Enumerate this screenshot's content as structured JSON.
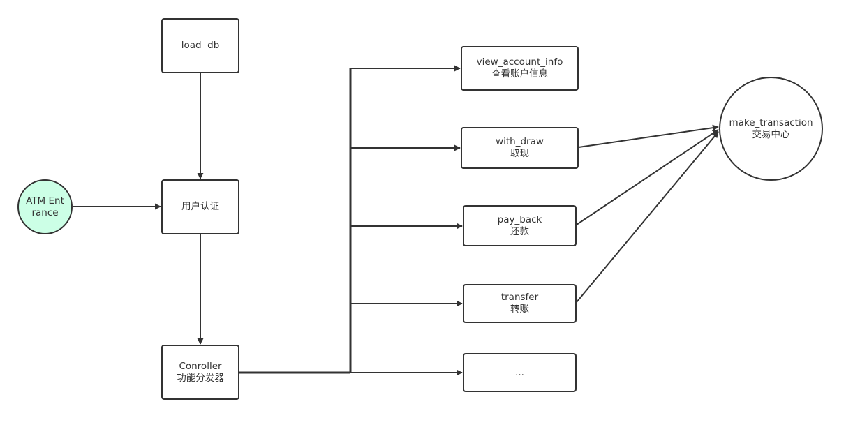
{
  "nodes": {
    "load_db": {
      "line1": "load  db"
    },
    "atm_entrance": {
      "text": "ATM Entrance",
      "fill": "#ccffe6"
    },
    "user_auth": {
      "line1": "用户认证"
    },
    "controller": {
      "line1": "Conroller",
      "line2": "功能分发器"
    },
    "view_account_info": {
      "line1": "view_account_info",
      "line2": "查看账户信息"
    },
    "with_draw": {
      "line1": "with_draw",
      "line2": "取现"
    },
    "pay_back": {
      "line1": "pay_back",
      "line2": "还款"
    },
    "transfer": {
      "line1": "transfer",
      "line2": "转账"
    },
    "more": {
      "line1": "..."
    },
    "make_transaction": {
      "line1": "make_transaction",
      "line2": "交易中心"
    }
  },
  "colors": {
    "stroke": "#333333",
    "background": "#ffffff"
  }
}
